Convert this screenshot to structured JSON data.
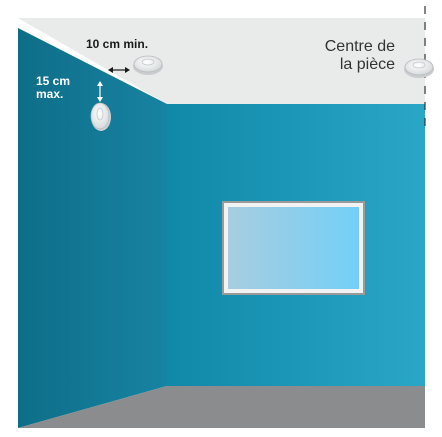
{
  "labels": {
    "min_distance": "10 cm min.",
    "max_distance_line1": "15 cm",
    "max_distance_line2": "max.",
    "room_centre_line1": "Centre de",
    "room_centre_line2": "la pièce"
  },
  "colors": {
    "ceiling": "#e9eaea",
    "left_wall_dark": "#0e6e88",
    "left_wall_light": "#1783a2",
    "back_wall_left": "#1088a8",
    "back_wall_right": "#2aa6c7",
    "floor": "#8a8c8e",
    "frame_background": "#ffffff",
    "window_frame": "#9a9a9a",
    "window_glass_left": "#a8cde0",
    "window_glass_right": "#72d0f7"
  },
  "icons": {
    "wall_detector": "wall-smoke-detector-icon",
    "ceiling_detector_near_wall": "ceiling-smoke-detector-icon",
    "ceiling_detector_centre": "ceiling-smoke-detector-icon"
  }
}
